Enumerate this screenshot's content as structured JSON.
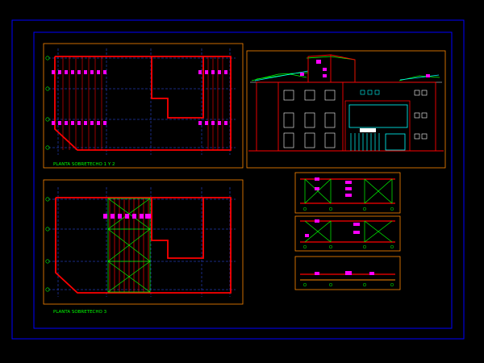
{
  "drawing": {
    "background": "#000000",
    "colors": {
      "frame_blue": "#0000ff",
      "sheet_orange": "#ff8800",
      "wall_red": "#ff0000",
      "axis_blue": "#3355ff",
      "truss_green": "#00ff00",
      "magenta": "#ff00ff",
      "cyan": "#00ffff",
      "yellow": "#ffff00",
      "white": "#ffffff"
    },
    "panels": [
      {
        "id": "plan-1",
        "caption": "PLANTA SOBRETECHO 1 Y 2"
      },
      {
        "id": "plan-2",
        "caption": "PLANTA SOBRETECHO 3"
      },
      {
        "id": "elevation",
        "caption": ""
      },
      {
        "id": "sections",
        "caption": ""
      }
    ],
    "grid_bubbles": [
      "A",
      "B",
      "C",
      "D"
    ]
  }
}
